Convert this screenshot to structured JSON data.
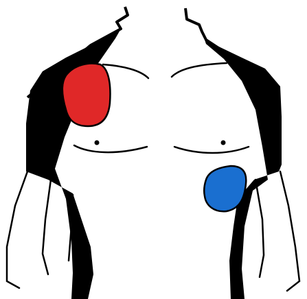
{
  "figure": {
    "subject": "torso-outline-front-view",
    "style": "line-art",
    "colors": {
      "background": "#ffffff",
      "outline": "#000000",
      "shirt": "#000000",
      "pad_upper_right_chest": "#e02828",
      "pad_lower_left_side": "#1a6fd0"
    },
    "pads": [
      {
        "id": "pad-red",
        "color_key": "pad_upper_right_chest",
        "placement": "upper-right-chest"
      },
      {
        "id": "pad-blue",
        "color_key": "pad_lower_left_side",
        "placement": "left-lateral-lower-chest"
      }
    ]
  }
}
